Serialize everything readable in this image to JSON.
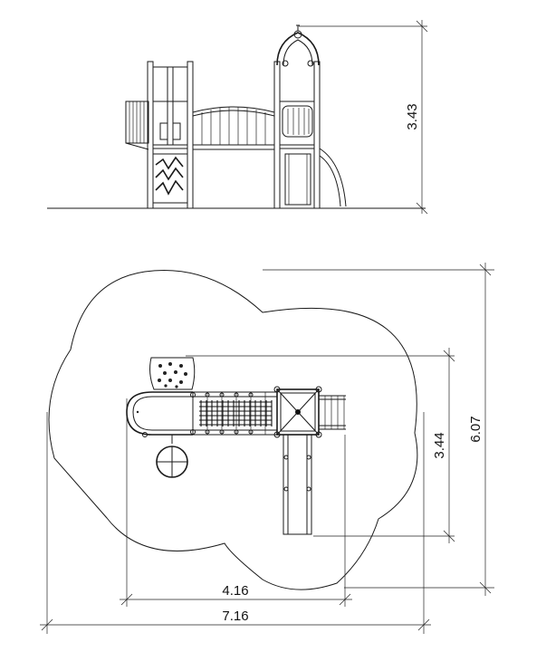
{
  "elevation_view": {
    "height_dimension": "3.43"
  },
  "plan_view": {
    "depth_dimension_inner": "3.44",
    "depth_dimension_overall": "6.07",
    "width_dimension_inner": "4.16",
    "width_dimension_overall": "7.16"
  }
}
